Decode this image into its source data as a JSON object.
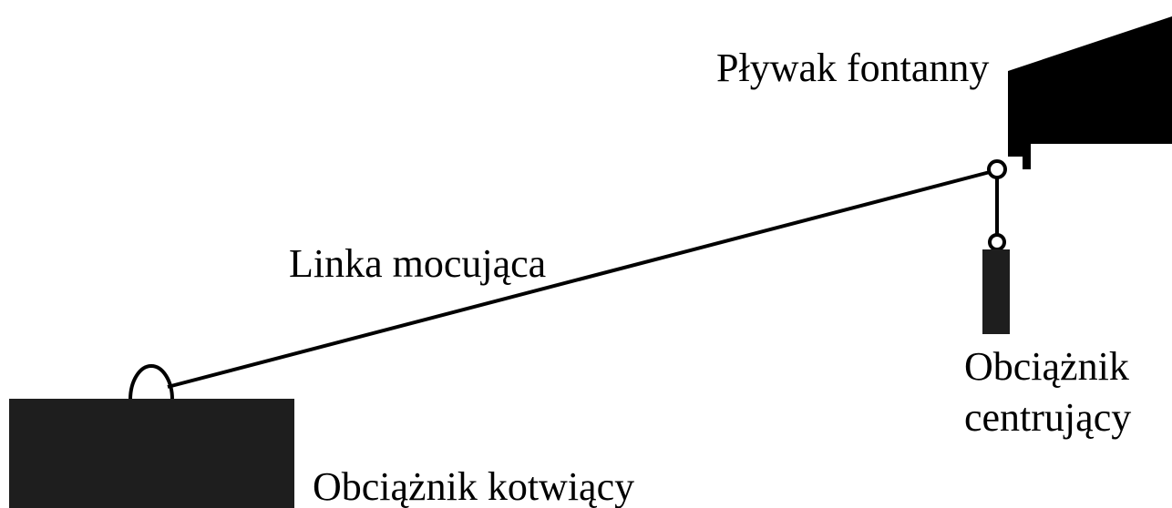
{
  "labels": {
    "float": "Pływak fontanny",
    "line": "Linka mocująca",
    "centering_weight_line1": "Obciążnik",
    "centering_weight_line2": "centrujący",
    "anchor_weight": "Obciążnik kotwiący"
  },
  "colors": {
    "background": "#ffffff",
    "shape": "#000000",
    "weight": "#1e1e1e"
  }
}
